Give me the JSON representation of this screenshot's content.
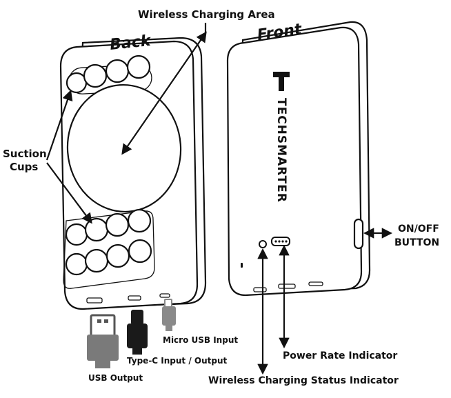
{
  "labels": {
    "wireless_charging_area": "Wireless Charging Area",
    "back": "Back",
    "front": "Front",
    "suction_cups_line1": "Suction",
    "suction_cups_line2": "Cups",
    "on_off_line1": "ON/OFF",
    "on_off_line2": "BUTTON",
    "micro_usb_input": "Micro USB Input",
    "type_c_input_output": "Type-C Input / Output",
    "usb_output": "USB Output",
    "power_rate_indicator": "Power Rate Indicator",
    "wireless_charging_status_indicator": "Wireless Charging Status Indicator"
  },
  "brand": {
    "name": "TECHSMARTER"
  },
  "colors": {
    "line": "#111111",
    "usb_connector": "#7a7a7a",
    "type_c_connector": "#1a1a1a",
    "micro_usb_connector": "#8a8a8a"
  }
}
